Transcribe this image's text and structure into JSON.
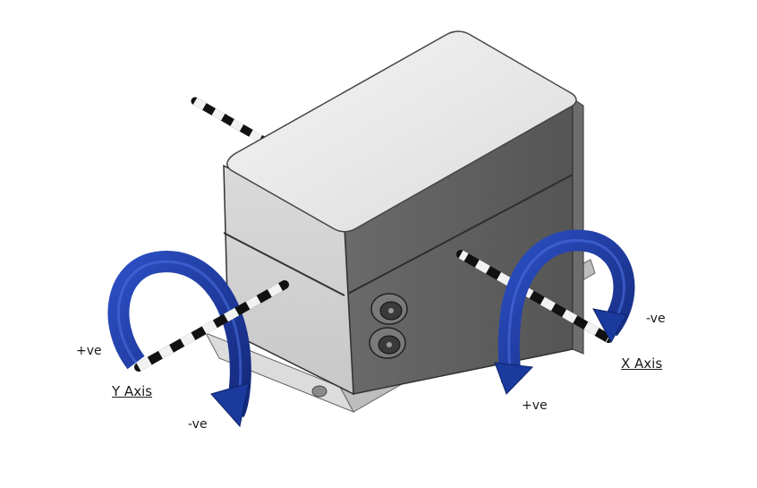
{
  "y_axis": {
    "title": "Y Axis",
    "positive": "+ve",
    "negative": "-ve"
  },
  "x_axis": {
    "title": "X Axis",
    "positive": "+ve",
    "negative": "-ve"
  },
  "colors": {
    "arrow": "#1f3a9e",
    "arrow_dark": "#142a78",
    "box_top": "#e6e6e6",
    "box_side_light": "#d4d4d4",
    "box_side_dark": "#5a5a5a",
    "background": "#ffffff"
  }
}
